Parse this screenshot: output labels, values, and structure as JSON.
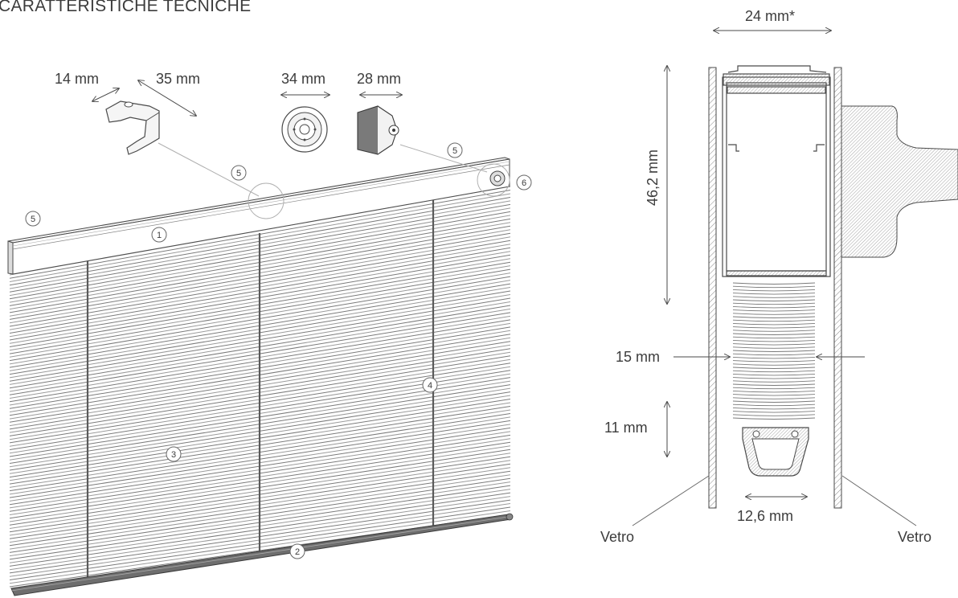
{
  "title": "CARATTERISTICHE TECNICHE",
  "blind": {
    "dimensions": {
      "bracket_width": "14 mm",
      "bracket_depth": "35 mm",
      "end_cap_round": "34 mm",
      "end_cap_side": "28 mm"
    },
    "part_numbers": {
      "head_rail": "1",
      "bottom_rail": "2",
      "slats": "3",
      "ladder_cord": "4",
      "bracket": "5",
      "end_cap": "6"
    }
  },
  "section": {
    "rail_width": "24 mm*",
    "rail_height": "46,2 mm",
    "slat_width": "15 mm",
    "bottom_gap": "11 mm",
    "bottom_rail_width": "12,6 mm",
    "glass_left": "Vetro",
    "glass_right": "Vetro"
  },
  "colors": {
    "line": "#4a4a4a",
    "light_line": "#9a9a9a",
    "callout_line": "#b0b0b0",
    "text": "#3c3c3c",
    "background": "#ffffff"
  }
}
